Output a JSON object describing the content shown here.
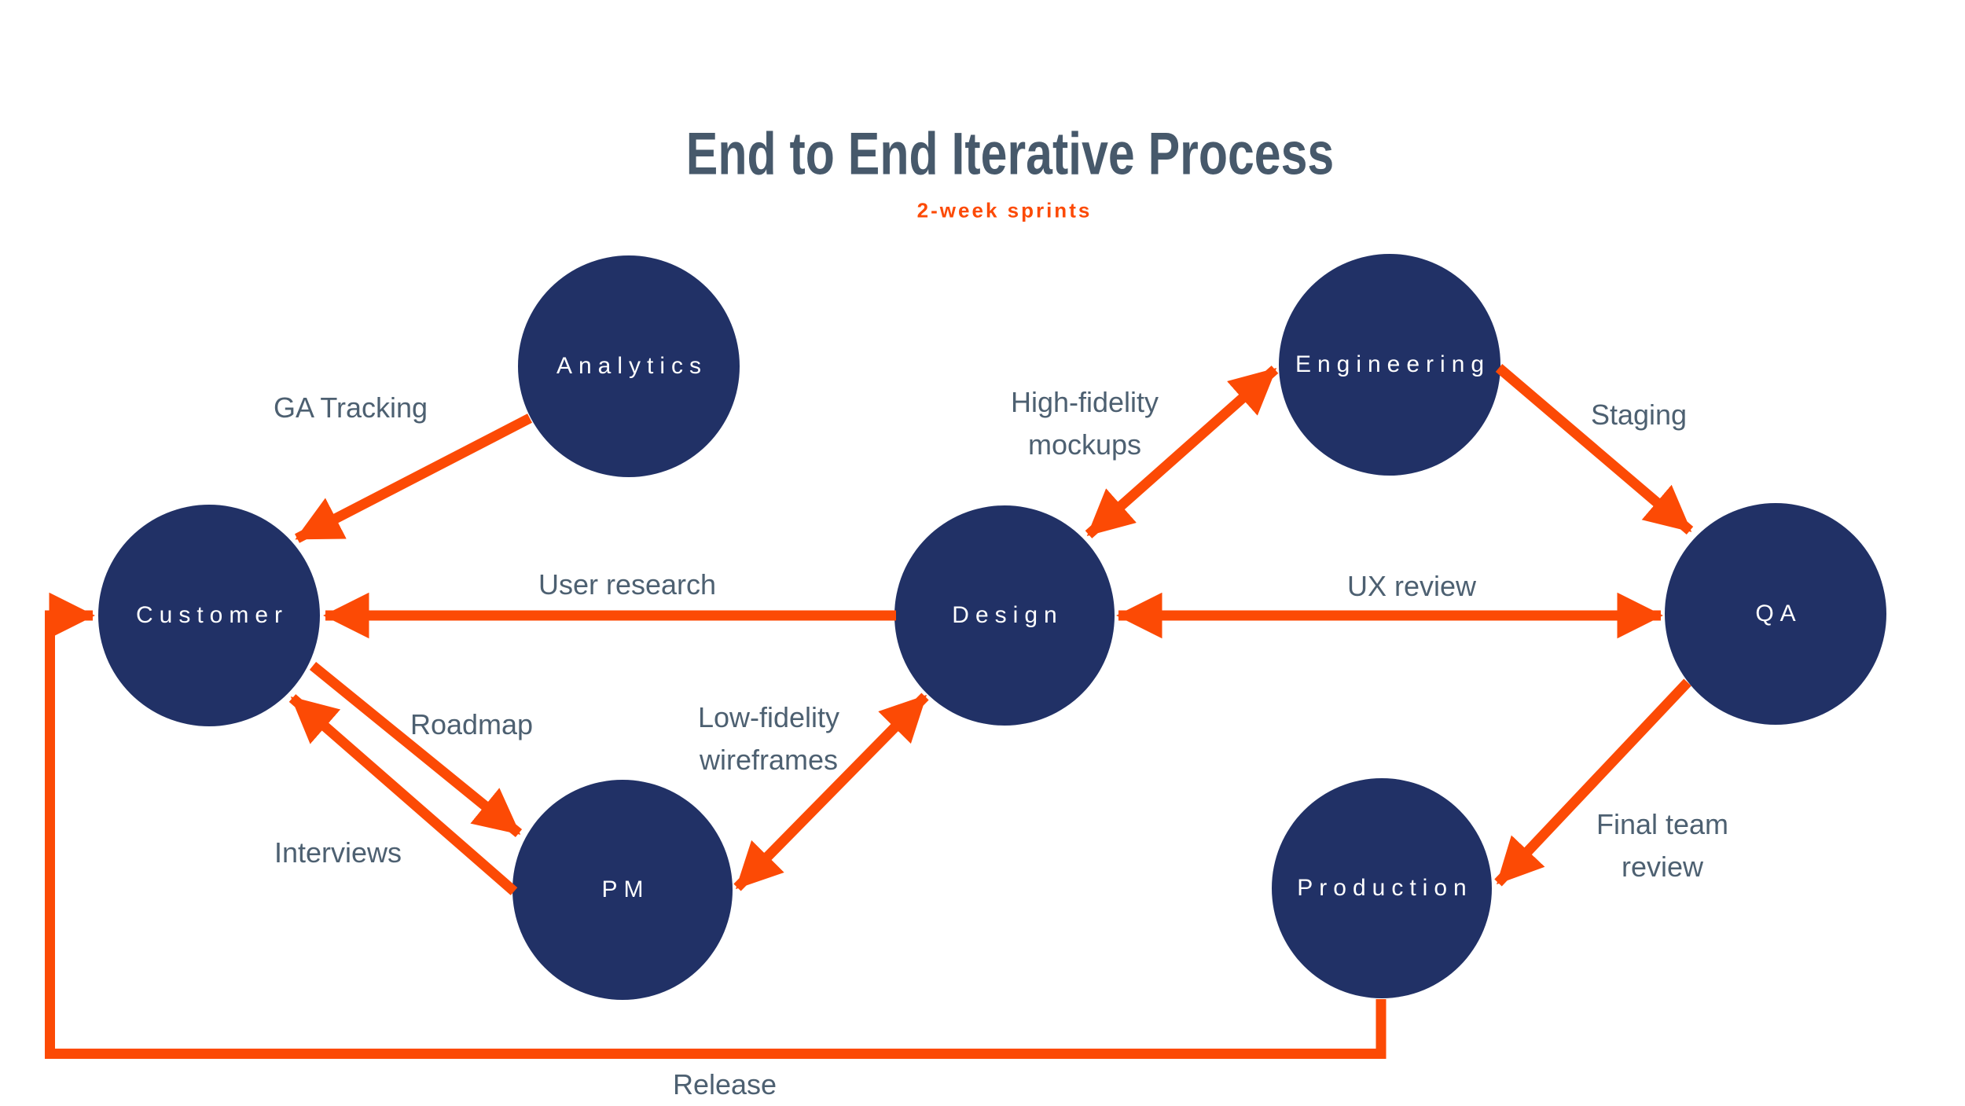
{
  "title": "End to End Iterative Process",
  "subtitle": "2-week sprints",
  "colors": {
    "node_fill": "#213166",
    "arrow": "#fc4a05",
    "label_text": "#4d6071",
    "node_text": "#ffffff",
    "subtitle_text": "#fc4a05",
    "background": "#ffffff"
  },
  "nodes": {
    "analytics": {
      "label": "Analytics"
    },
    "engineering": {
      "label": "Engineering"
    },
    "customer": {
      "label": "Customer"
    },
    "design": {
      "label": "Design"
    },
    "qa": {
      "label": "QA"
    },
    "pm": {
      "label": "PM"
    },
    "production": {
      "label": "Production"
    }
  },
  "edges": {
    "ga_tracking": {
      "label": "GA Tracking",
      "from": "Analytics",
      "to": "Customer"
    },
    "high_fidelity": {
      "line1": "High-fidelity",
      "line2": "mockups",
      "from": "Design",
      "to": "Engineering",
      "bidirectional": true
    },
    "staging": {
      "label": "Staging",
      "from": "Engineering",
      "to": "QA"
    },
    "user_research": {
      "label": "User research",
      "from": "Design",
      "to": "Customer"
    },
    "ux_review": {
      "label": "UX review",
      "from": "QA",
      "to": "Design",
      "bidirectional": true
    },
    "roadmap": {
      "label": "Roadmap",
      "from": "Customer",
      "to": "PM"
    },
    "interviews": {
      "label": "Interviews",
      "from": "PM",
      "to": "Customer"
    },
    "low_fidelity": {
      "line1": "Low-fidelity",
      "line2": "wireframes",
      "from": "PM",
      "to": "Design",
      "bidirectional": true
    },
    "final_review": {
      "line1": "Final team",
      "line2": "review",
      "from": "QA",
      "to": "Production"
    },
    "release": {
      "label": "Release",
      "from": "Production",
      "to": "Customer"
    }
  }
}
